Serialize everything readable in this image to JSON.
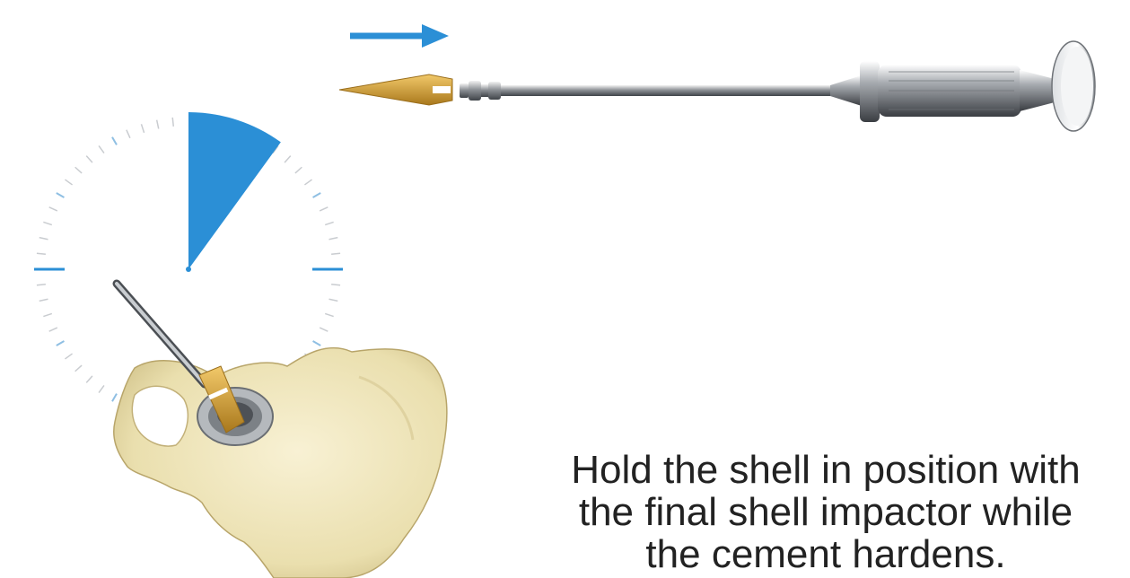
{
  "caption": "Hold the shell in position with\nthe final shell impactor while\nthe cement hardens.",
  "timer": {
    "elapsed_fraction": 0.1
  },
  "colors": {
    "accent_blue": "#2b8fd6",
    "tip_gold": "#d9a93c",
    "bone": "#efe6bf",
    "metal": "#9aa0a6"
  },
  "icons": {
    "arrow": "arrow-right-icon",
    "timer": "stopwatch-icon",
    "instrument": "shell-impactor-illustration",
    "tip": "impactor-tip-illustration",
    "bone": "pelvis-illustration"
  }
}
